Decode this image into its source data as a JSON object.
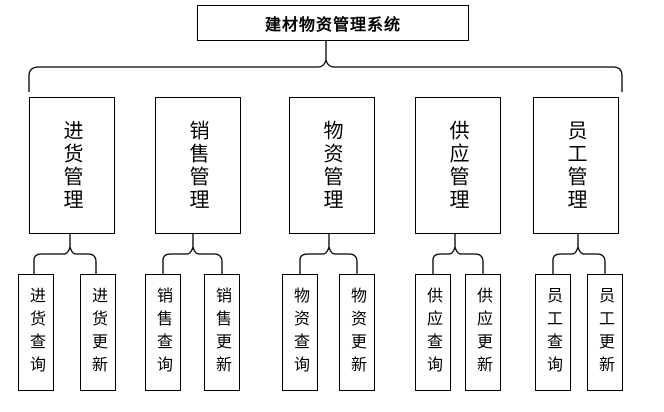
{
  "root": {
    "title": "建材物资管理系统"
  },
  "modules": [
    {
      "label": "进货管理",
      "children": [
        "进货查询",
        "进货更新"
      ]
    },
    {
      "label": "销售管理",
      "children": [
        "销售查询",
        "销售更新"
      ]
    },
    {
      "label": "物资管理",
      "children": [
        "物资查询",
        "物资更新"
      ]
    },
    {
      "label": "供应管理",
      "children": [
        "供应查询",
        "供应更新"
      ]
    },
    {
      "label": "员工管理",
      "children": [
        "员工查询",
        "员工更新"
      ]
    }
  ]
}
